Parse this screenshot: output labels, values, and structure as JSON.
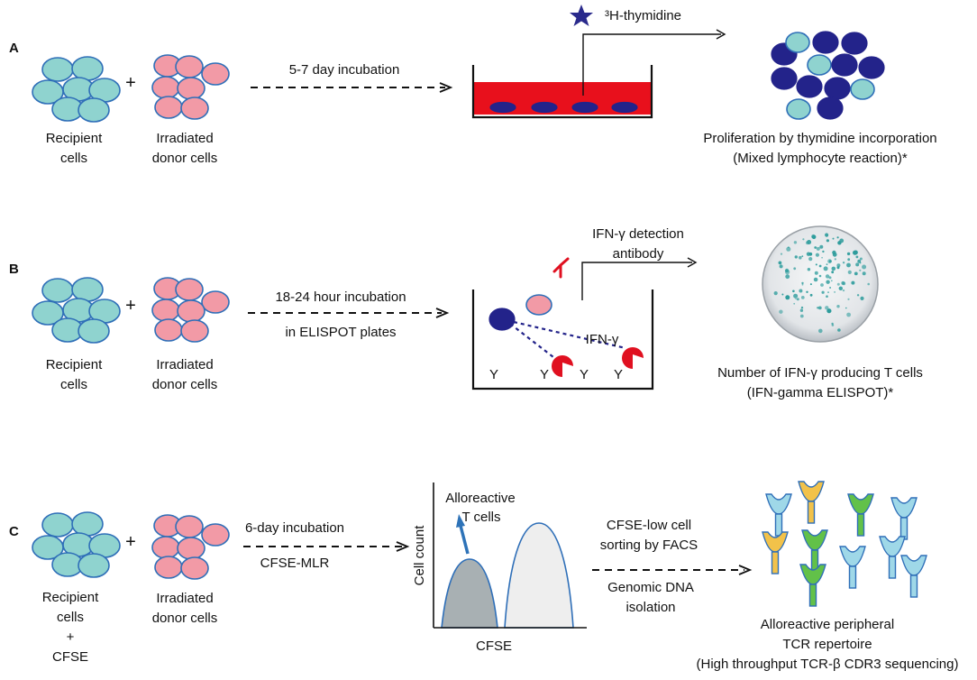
{
  "panels": {
    "a": {
      "letter": "A",
      "recipient_label": [
        "Recipient",
        "cells"
      ],
      "donor_label": [
        "Irradiated",
        "donor cells"
      ],
      "plus": "+",
      "arrow_label": "5-7 day incubation",
      "reagent_label": "³H-thymidine",
      "result_label": [
        "Proliferation by thymidine incorporation",
        "(Mixed lymphocyte reaction)*"
      ]
    },
    "b": {
      "letter": "B",
      "recipient_label": [
        "Recipient",
        "cells"
      ],
      "donor_label": [
        "Irradiated",
        "donor cells"
      ],
      "plus": "+",
      "arrow_label": [
        "18-24 hour incubation",
        "in ELISPOT plates"
      ],
      "reagent_label": [
        "IFN-γ detection",
        "antibody"
      ],
      "cytokine_label": "IFN-γ",
      "capture_antibody_glyph": "Y",
      "result_label": [
        "Number of IFN-γ producing T cells",
        "(IFN-gamma ELISPOT)*"
      ]
    },
    "c": {
      "letter": "C",
      "recipient_label": [
        "Recipient",
        "cells",
        "+",
        "CFSE"
      ],
      "donor_label": [
        "Irradiated",
        "donor cells"
      ],
      "plus": "+",
      "arrow_label": [
        "6-day incubation",
        "CFSE-MLR"
      ],
      "histogram": {
        "y_axis_label": "Cell count",
        "x_axis_label": "CFSE",
        "annotation": [
          "Alloreactive",
          "T cells"
        ]
      },
      "sort_label": [
        "CFSE-low cell",
        "sorting by FACS"
      ],
      "dna_label": [
        "Genomic DNA",
        "isolation"
      ],
      "result_label": [
        "Alloreactive peripheral",
        "TCR repertoire",
        "(High throughput TCR-β CDR3 sequencing)"
      ]
    }
  },
  "colors": {
    "recipient_cell": "#8fd3cf",
    "donor_cell": "#f29aa6",
    "proliferating_cell": "#23238a",
    "cell_outline": "#2f6fb8",
    "medium": "#e8101c",
    "cytokine": "#e01020",
    "tcr_yellow": "#f2c24a",
    "tcr_green": "#62c149",
    "tcr_blue": "#9fd8e8",
    "spot": "#2e9c9c"
  }
}
